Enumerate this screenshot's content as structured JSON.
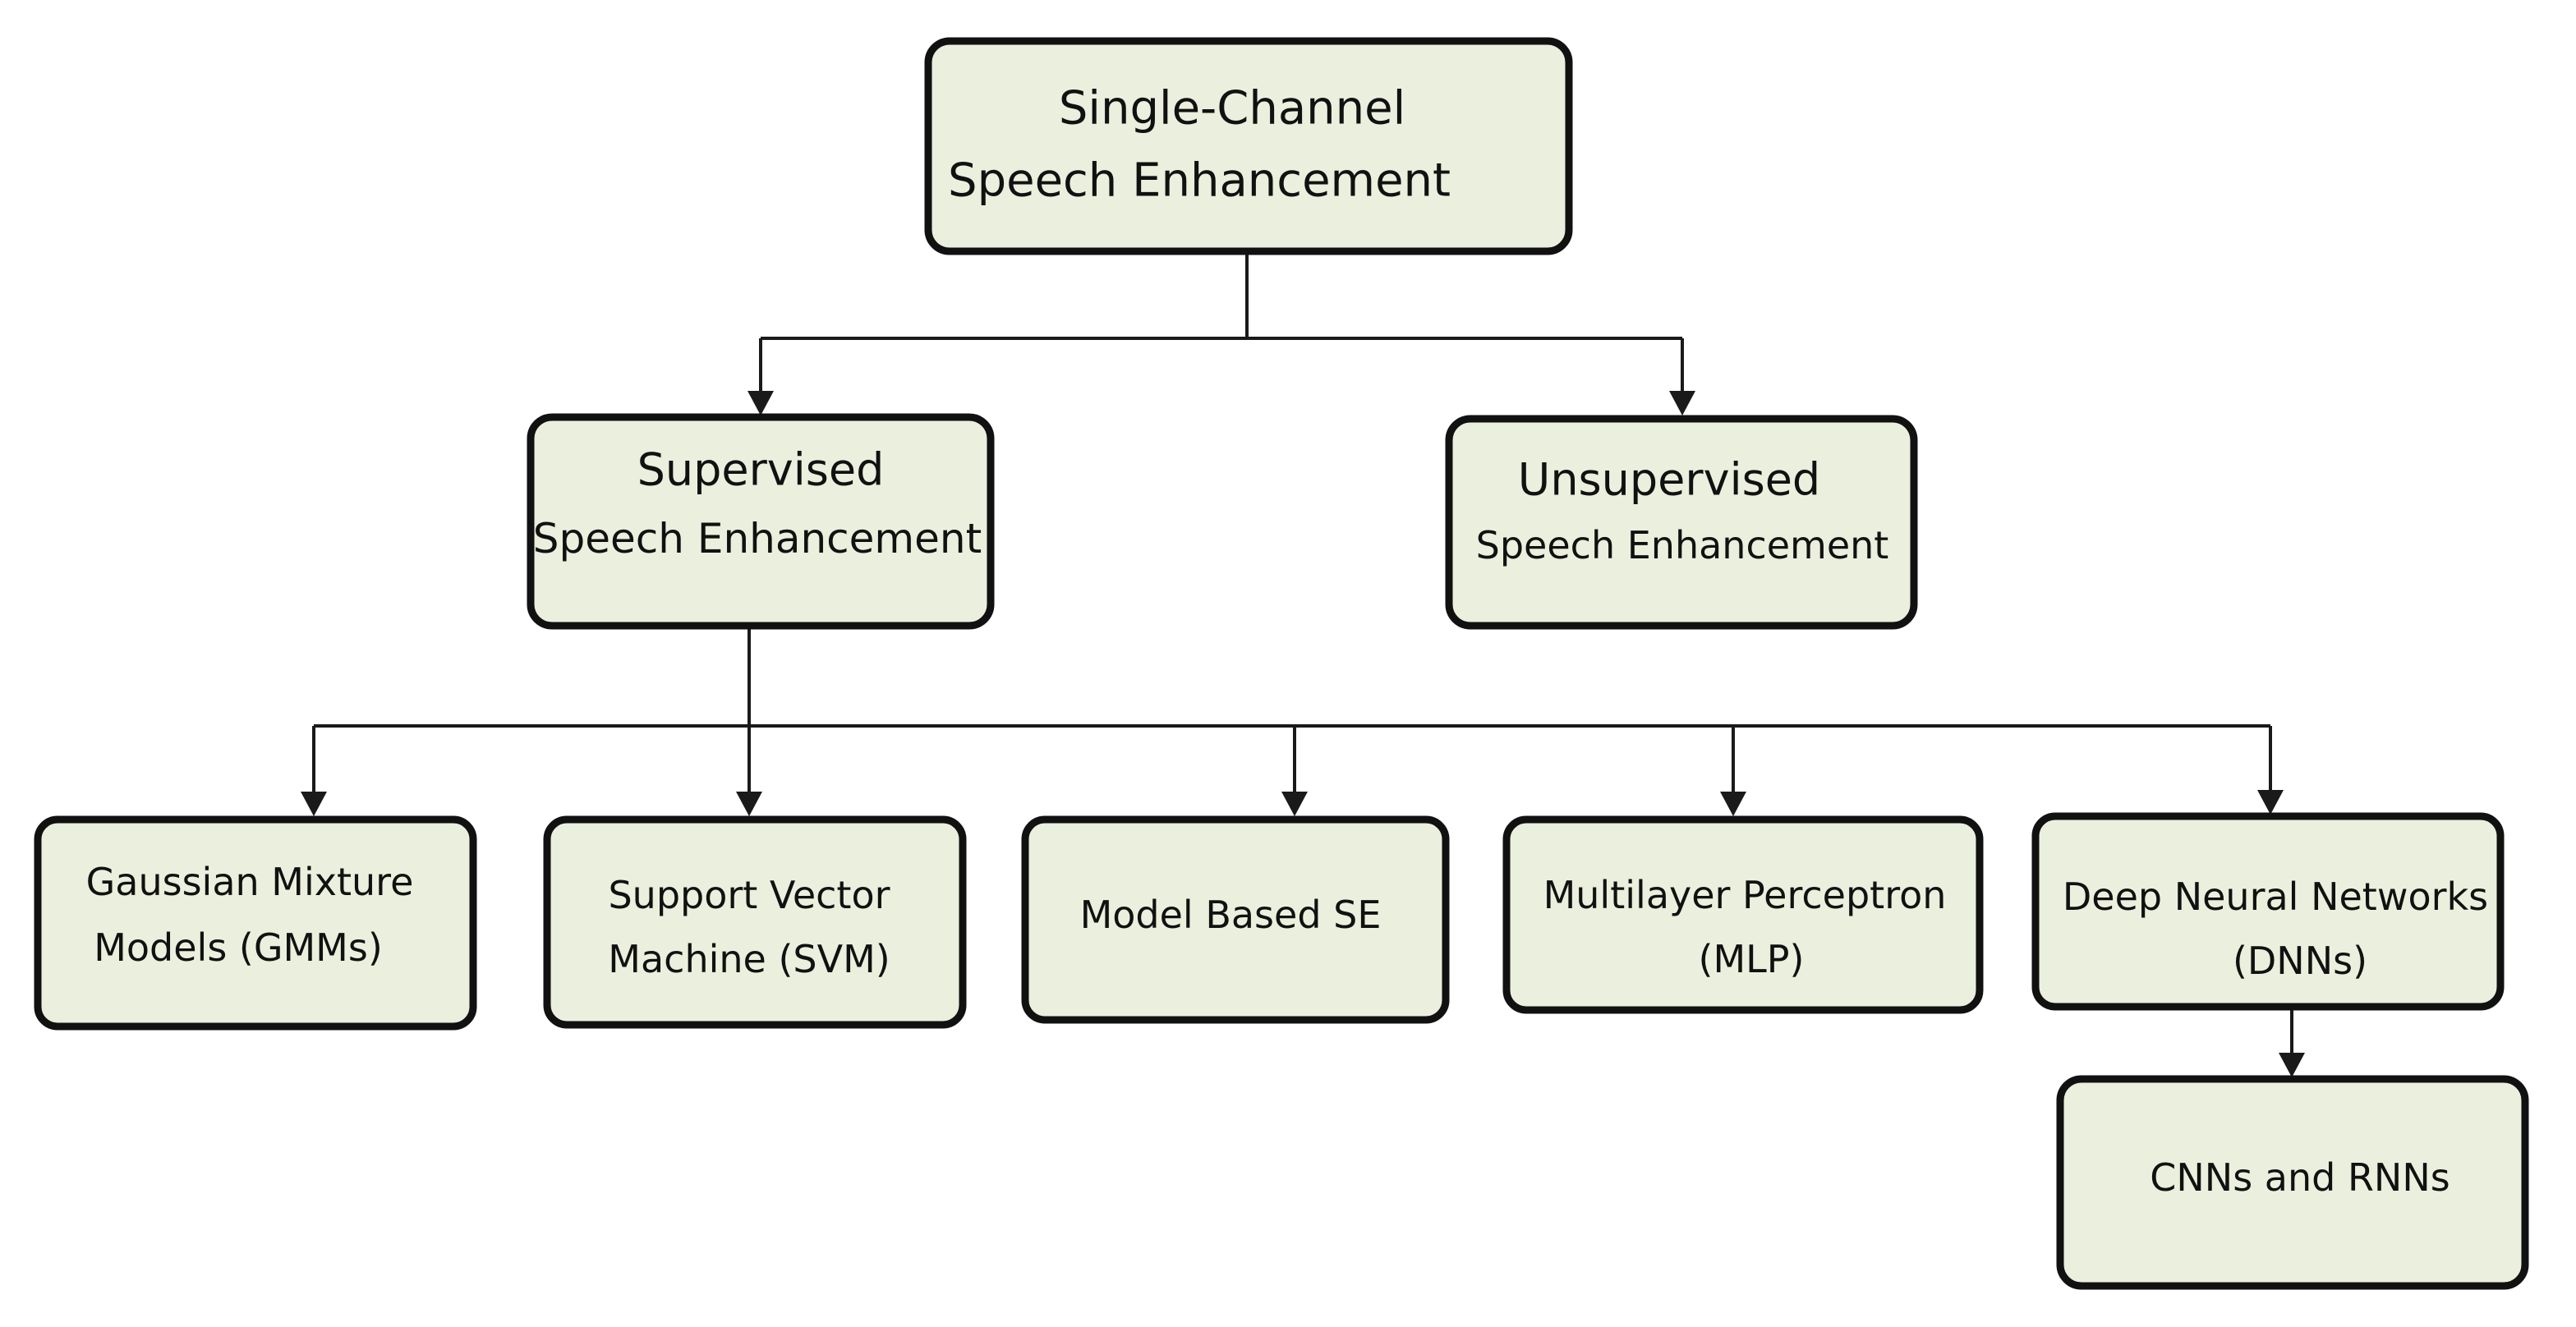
{
  "colors": {
    "box_fill": "#ebefdd",
    "box_border": "#111111",
    "connector": "#1a1a1a",
    "text": "#111111",
    "background": "#ffffff"
  },
  "nodes": {
    "root": {
      "line1": "Single-Channel",
      "line2": "Speech Enhancement"
    },
    "supervised": {
      "line1": "Supervised",
      "line2": "Speech Enhancement"
    },
    "unsupervised": {
      "line1": "Unsupervised",
      "line2": "Speech Enhancement"
    },
    "gmm": {
      "line1": "Gaussian Mixture",
      "line2": "Models (GMMs)"
    },
    "svm": {
      "line1": "Support Vector",
      "line2": "Machine (SVM)"
    },
    "model_based": {
      "line1": "Model Based SE"
    },
    "mlp": {
      "line1": "Multilayer Perceptron",
      "line2": "(MLP)"
    },
    "dnn": {
      "line1": "Deep Neural Networks",
      "line2": "(DNNs)"
    },
    "cnn_rnn": {
      "line1": "CNNs and RNNs"
    }
  },
  "edges": [
    {
      "from": "root",
      "to": "supervised"
    },
    {
      "from": "root",
      "to": "unsupervised"
    },
    {
      "from": "supervised",
      "to": "gmm"
    },
    {
      "from": "supervised",
      "to": "svm"
    },
    {
      "from": "supervised",
      "to": "model_based"
    },
    {
      "from": "supervised",
      "to": "mlp"
    },
    {
      "from": "supervised",
      "to": "dnn"
    },
    {
      "from": "dnn",
      "to": "cnn_rnn"
    }
  ]
}
